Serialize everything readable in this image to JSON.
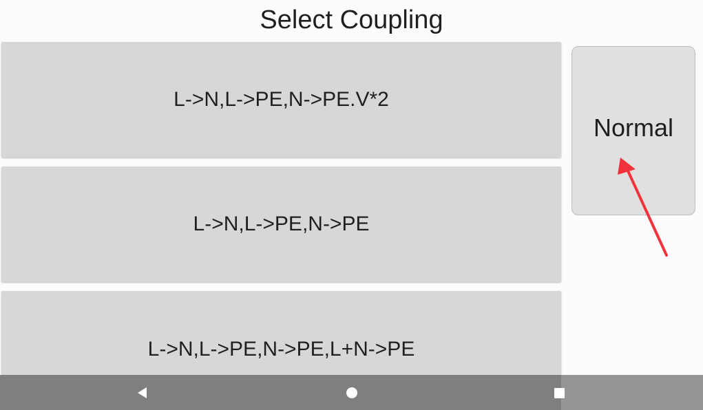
{
  "header": {
    "title": "Select Coupling"
  },
  "options": [
    {
      "label": "L->N,L->PE,N->PE.V*2"
    },
    {
      "label": "L->N,L->PE,N->PE"
    },
    {
      "label": "L->N,L->PE,N->PE,L+N->PE"
    }
  ],
  "side_panel": {
    "normal_label": "Normal"
  },
  "colors": {
    "button_bg": "#d7d7d7",
    "normal_button_bg": "#e0e0e0",
    "nav_bar_bg": "#7f7f7f",
    "annotation_arrow": "#f0333a"
  },
  "nav_bar": {
    "back_icon": "back-triangle-icon",
    "home_icon": "home-circle-icon",
    "recent_icon": "recent-square-icon"
  }
}
